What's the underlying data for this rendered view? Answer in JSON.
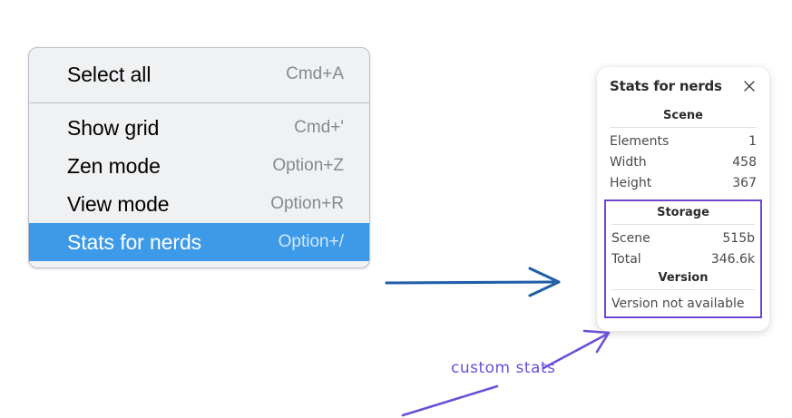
{
  "context_menu": {
    "name": "context-menu",
    "sections": [
      {
        "items": [
          {
            "label": "Select all",
            "shortcut": "Cmd+A",
            "selected": false
          }
        ]
      },
      {
        "items": [
          {
            "label": "Show grid",
            "shortcut": "Cmd+'",
            "selected": false
          },
          {
            "label": "Zen mode",
            "shortcut": "Option+Z",
            "selected": false
          },
          {
            "label": "View mode",
            "shortcut": "Option+R",
            "selected": false
          },
          {
            "label": "Stats for nerds",
            "shortcut": "Option+/",
            "selected": true
          }
        ]
      }
    ]
  },
  "stats_panel": {
    "title": "Stats for nerds",
    "close_icon": "close-icon",
    "scene": {
      "heading": "Scene",
      "rows": [
        {
          "key": "Elements",
          "value": "1"
        },
        {
          "key": "Width",
          "value": "458"
        },
        {
          "key": "Height",
          "value": "367"
        }
      ]
    },
    "storage": {
      "heading": "Storage",
      "rows": [
        {
          "key": "Scene",
          "value": "515b"
        },
        {
          "key": "Total",
          "value": "346.6k"
        }
      ]
    },
    "version": {
      "heading": "Version",
      "text": "Version not available"
    }
  },
  "annotations": {
    "handwritten_label": "custom stats",
    "blue_arrow_icon": "arrow-right-icon",
    "purple_arrow_icon": "arrow-up-right-icon",
    "purple_line_icon": "diagonal-line"
  },
  "colors": {
    "menu_background": "#f0f1f3",
    "menu_border": "#b9c0c9",
    "highlight": "#3d9ae8",
    "highlight_text": "#ffffff",
    "shortcut_text": "#85898f",
    "annotation_purple": "#6b4fd8",
    "annotation_blue": "#1f5fa8",
    "custom_box_border": "#6e45d4"
  }
}
